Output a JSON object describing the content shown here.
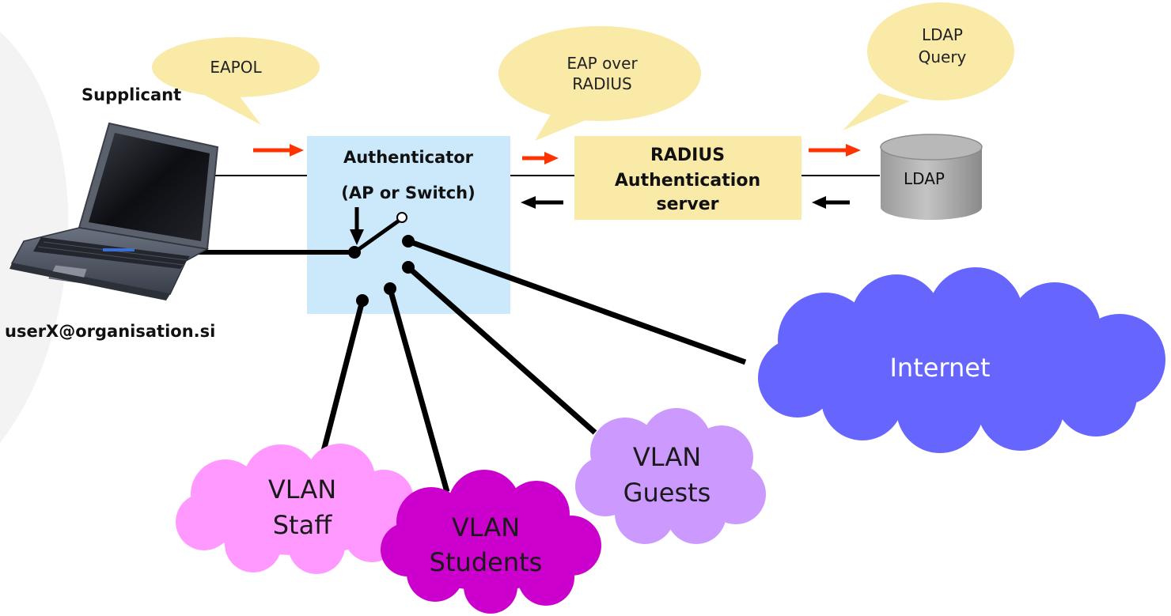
{
  "callouts": {
    "eapol": "EAPOL",
    "eap_radius_line1": "EAP over",
    "eap_radius_line2": "RADIUS",
    "ldap_query_line1": "LDAP",
    "ldap_query_line2": "Query"
  },
  "supplicant": {
    "role_label": "Supplicant",
    "user_label": "userX@organisation.si",
    "icon": "laptop-icon"
  },
  "authenticator": {
    "line1": "Authenticator",
    "line2": "(AP or Switch)",
    "fill_color": "#cce9fb"
  },
  "radius_server": {
    "line1": "RADIUS",
    "line2": "Authentication",
    "line3": "server",
    "fill_color": "#f9eaa8"
  },
  "ldap": {
    "label": "LDAP",
    "icon": "database-cylinder-icon"
  },
  "networks": {
    "staff": {
      "line1": "VLAN",
      "line2": "Staff",
      "color": "#ff99ff"
    },
    "students": {
      "line1": "VLAN",
      "line2": "Students",
      "color": "#cc00cc"
    },
    "guests": {
      "line1": "VLAN",
      "line2": "Guests",
      "color": "#cc99ff"
    },
    "internet": {
      "label": "Internet",
      "color": "#6666ff"
    }
  },
  "colors": {
    "request_arrow": "#ff3300",
    "response_arrow": "#000000",
    "callout": "#f9eaa8"
  }
}
